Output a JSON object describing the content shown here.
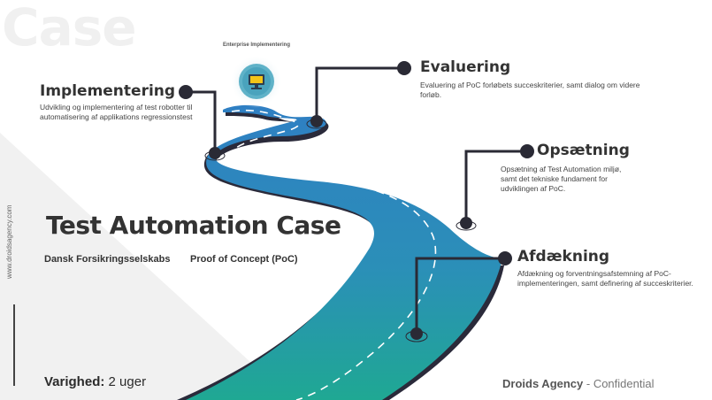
{
  "watermark": "Case",
  "top_label": "Enterprise Implementering",
  "milestones": [
    {
      "title": "Implementering",
      "desc": "Udvikling og implementering af test robotter til automatisering af applikations regressionstest"
    },
    {
      "title": "Evaluering",
      "desc": "Evaluering af PoC forløbets succeskriterier, samt dialog om videre forløb."
    },
    {
      "title": "Opsætning",
      "desc": "Opsætning af Test Automation miljø, samt det tekniske fundament for udviklingen af PoC."
    },
    {
      "title": "Afdækning",
      "desc": "Afdækning og forventningsafstemning af PoC-implementeringen, samt definering af succeskriterier."
    }
  ],
  "side_url": "www.droidsagency.com",
  "main_title": "Test Automation Case",
  "subtitle_left": "Dansk Forsikringsselskabs",
  "subtitle_right": "Proof of Concept (PoC)",
  "duration_label": "Varighed:",
  "duration_value": "2 uger",
  "footer_brand": "Droids Agency",
  "footer_suffix": " - Confidential",
  "icons": [
    "monitor-icon"
  ],
  "colors": {
    "road_top": "#2f7fc3",
    "road_bottom": "#1fa893",
    "road_side": "#2a2a3a",
    "marker": "#2a2a35"
  }
}
